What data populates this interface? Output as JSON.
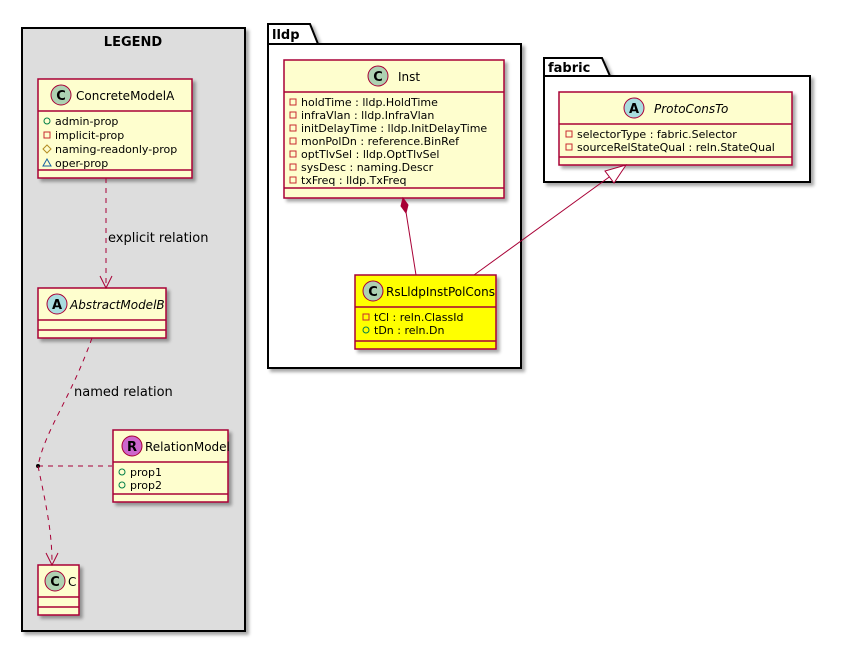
{
  "legend": {
    "title": "LEGEND",
    "concrete": {
      "stereotype_letter": "C",
      "name": "ConcreteModelA",
      "attrs": [
        {
          "vis": "+",
          "text": "admin-prop"
        },
        {
          "vis": "-",
          "text": "implicit-prop"
        },
        {
          "vis": "#",
          "text": "naming-readonly-prop"
        },
        {
          "vis": "~",
          "text": "oper-prop"
        }
      ]
    },
    "abstract": {
      "stereotype_letter": "A",
      "name": "AbstractModelB"
    },
    "relation": {
      "stereotype_letter": "R",
      "name": "RelationModel",
      "attrs": [
        {
          "vis": "+",
          "text": "prop1"
        },
        {
          "vis": "+",
          "text": "prop2"
        }
      ]
    },
    "c": {
      "stereotype_letter": "C",
      "name": "C"
    },
    "explicit_label": "explicit relation",
    "named_label": "named relation"
  },
  "lldp": {
    "package_name": "lldp",
    "inst": {
      "stereotype_letter": "C",
      "name": "Inst",
      "attrs": [
        {
          "vis": "-",
          "text": "holdTime : lldp.HoldTime"
        },
        {
          "vis": "-",
          "text": "infraVlan : lldp.InfraVlan"
        },
        {
          "vis": "-",
          "text": "initDelayTime : lldp.InitDelayTime"
        },
        {
          "vis": "-",
          "text": "monPolDn : reference.BinRef"
        },
        {
          "vis": "-",
          "text": "optTlvSel : lldp.OptTlvSel"
        },
        {
          "vis": "-",
          "text": "sysDesc : naming.Descr"
        },
        {
          "vis": "-",
          "text": "txFreq : lldp.TxFreq"
        }
      ]
    },
    "rs": {
      "stereotype_letter": "C",
      "name": "RsLldpInstPolCons",
      "attrs": [
        {
          "vis": "-",
          "text": "tCl : reln.ClassId"
        },
        {
          "vis": "+",
          "text": "tDn : reln.Dn"
        }
      ]
    }
  },
  "fabric": {
    "package_name": "fabric",
    "proto": {
      "stereotype_letter": "A",
      "name": "ProtoConsTo",
      "attrs": [
        {
          "vis": "-",
          "text": "selectorType : fabric.Selector"
        },
        {
          "vis": "-",
          "text": "sourceRelStateQual : reln.StateQual"
        }
      ]
    }
  },
  "colors": {
    "class_fill": "#FEFECE",
    "class_border": "#A80036",
    "highlight_fill": "#FFFF00",
    "legend_fill": "#DDDDDD",
    "circle_c": "#ADD1B2",
    "circle_a": "#A9DCDF",
    "circle_r": "#CC66CC",
    "vis_public": "#038048",
    "vis_private": "#C82930",
    "vis_protected": "#B38D22",
    "vis_package": "#1963A0"
  }
}
